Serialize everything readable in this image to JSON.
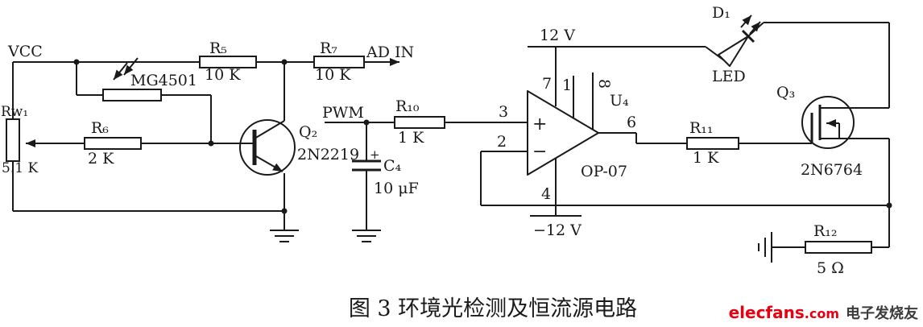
{
  "schematic": {
    "power": {
      "vcc": "VCC",
      "vpos": "12 V",
      "vneg": "−12 V"
    },
    "signals": {
      "ad_in": "AD IN",
      "pwm": "PWM"
    },
    "rw1": {
      "ref": "Rw₁",
      "value": "5.1 K"
    },
    "r5": {
      "ref": "R₅",
      "value": "10 K"
    },
    "r6": {
      "ref": "R₆",
      "value": "2 K"
    },
    "r7": {
      "ref": "R₇",
      "value": "10 K"
    },
    "r10": {
      "ref": "R₁₀",
      "value": "1 K"
    },
    "r11": {
      "ref": "R₁₁",
      "value": "1 K"
    },
    "r12": {
      "ref": "R₁₂",
      "value": "5 Ω"
    },
    "ldr": {
      "part": "MG4501"
    },
    "c4": {
      "ref": "C₄",
      "value": "10 μF",
      "polarity": "+"
    },
    "q2": {
      "ref": "Q₂",
      "part": "2N2219"
    },
    "q3": {
      "ref": "Q₃",
      "part": "2N6764"
    },
    "d1": {
      "ref": "D₁",
      "type": "LED"
    },
    "opamp": {
      "ref": "U₄",
      "part": "OP-07",
      "plus": "+",
      "minus": "−",
      "pins": {
        "p1": "1",
        "p2": "2",
        "p3": "3",
        "p4": "4",
        "p6": "6",
        "p7": "7",
        "p8": "8"
      }
    }
  },
  "caption": "图 3  环境光检测及恒流源电路",
  "watermark": {
    "brand": "elecfans",
    "domain": ".com",
    "slogan": "电子发烧友"
  },
  "colors": {
    "ink": "#1a1a1a",
    "accent_red": "#e60012",
    "slogan_gray": "#3c3c3c"
  }
}
